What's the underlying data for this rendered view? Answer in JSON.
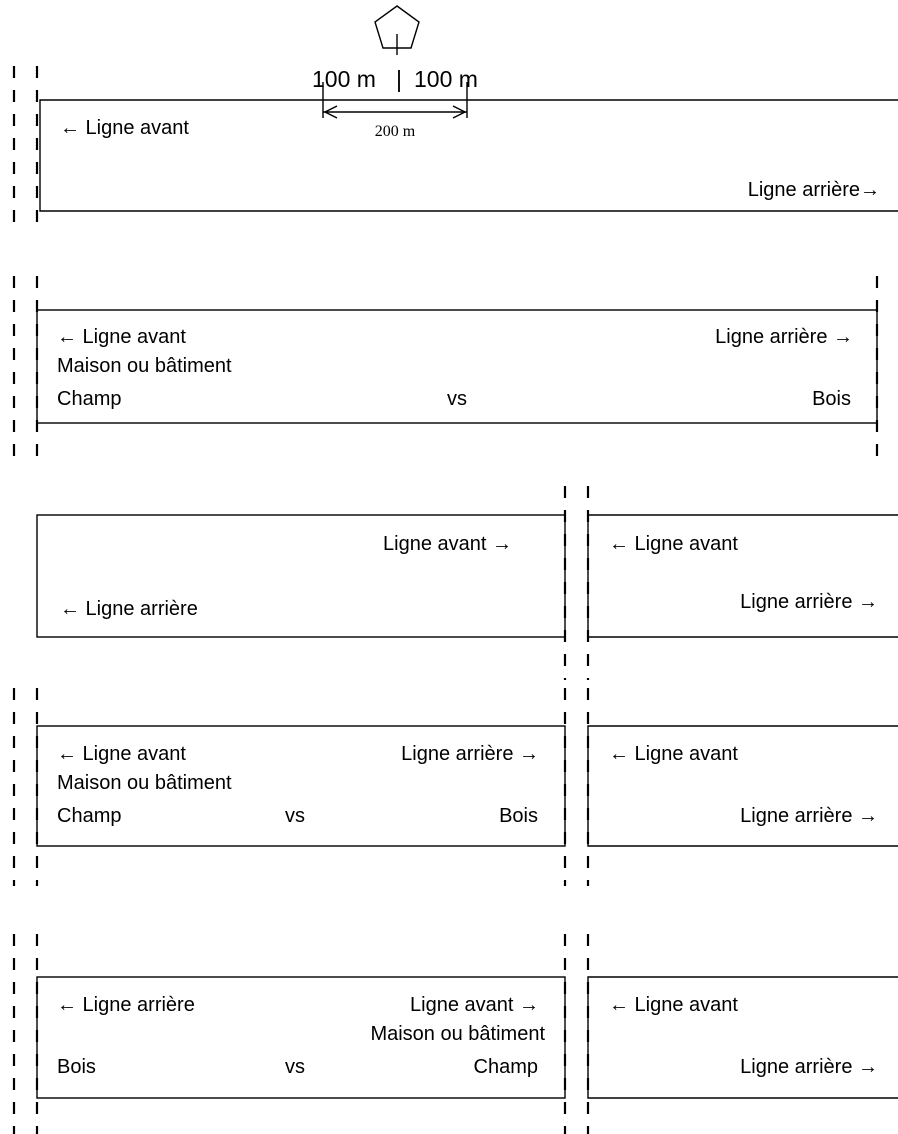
{
  "symbol": {
    "icon": "pentagon-icon"
  },
  "distances": {
    "left": "100 m",
    "separator": "|",
    "right": "100 m",
    "span": "200 m"
  },
  "strip1": {
    "front": "← Ligne avant",
    "rear": "Ligne arrière→"
  },
  "strip2": {
    "front": "← Ligne avant",
    "rear": "Ligne arrière →",
    "building": "Maison ou bâtiment",
    "field": "Champ",
    "vs": "vs",
    "woods": "Bois"
  },
  "strip3": {
    "left": {
      "front": "Ligne avant →",
      "rear": "← Ligne arrière"
    },
    "right": {
      "front": "← Ligne avant",
      "rear": "Ligne arrière →"
    }
  },
  "strip4": {
    "left": {
      "front": "← Ligne avant",
      "rear": "Ligne arrière →",
      "building": "Maison ou bâtiment",
      "field": "Champ",
      "vs": "vs",
      "woods": "Bois"
    },
    "right": {
      "front": "← Ligne avant",
      "rear": "Ligne arrière →"
    }
  },
  "strip5": {
    "left": {
      "rear": "← Ligne arrière",
      "front": "Ligne avant →",
      "building": "Maison ou bâtiment",
      "woods": "Bois",
      "vs": "vs",
      "field": "Champ"
    },
    "right": {
      "front": "← Ligne avant",
      "rear": "Ligne arrière →"
    }
  }
}
